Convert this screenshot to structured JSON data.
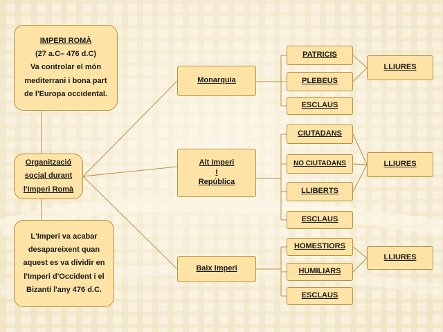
{
  "imperi": {
    "title": "IMPERI ROMÀ",
    "dates": "(27 a.C– 476 d.C)",
    "line1": "Va controlar el món",
    "line2": "mediterrani i bona part",
    "line3": "de l'Europa occidental."
  },
  "organitzacio": {
    "line1": "Organització",
    "line2": "social durant",
    "line3": "l'Imperi Romà"
  },
  "final": {
    "line1": "L'Imperi va acabar",
    "line2": "desapareixent quan",
    "line3": "aquest es va dividir en",
    "line4": "l'Imperi d'Occident i el",
    "line5": "Bizantí l'any 476 d.C."
  },
  "periods": {
    "monarquia": "Monarquia",
    "alt_line1": "Alt Imperi",
    "alt_line2": "i",
    "alt_line3": "República",
    "baix": "Baix Imperi"
  },
  "monarquia_groups": [
    "PATRICIS",
    "PLEBEUS",
    "ESCLAUS"
  ],
  "alt_groups": [
    "CIUTADANS",
    "NO CIUTADANS",
    "LLIBERTS",
    "ESCLAUS"
  ],
  "baix_groups": [
    "HOMESTIORS",
    "HUMILIARS",
    "ESCLAUS"
  ],
  "lliures": [
    "LLIURES",
    "LLIURES",
    "LLIURES"
  ],
  "colors": {
    "box_fill": "#fde3a6",
    "box_border": "#b7923f",
    "background": "#f7f0dc"
  }
}
